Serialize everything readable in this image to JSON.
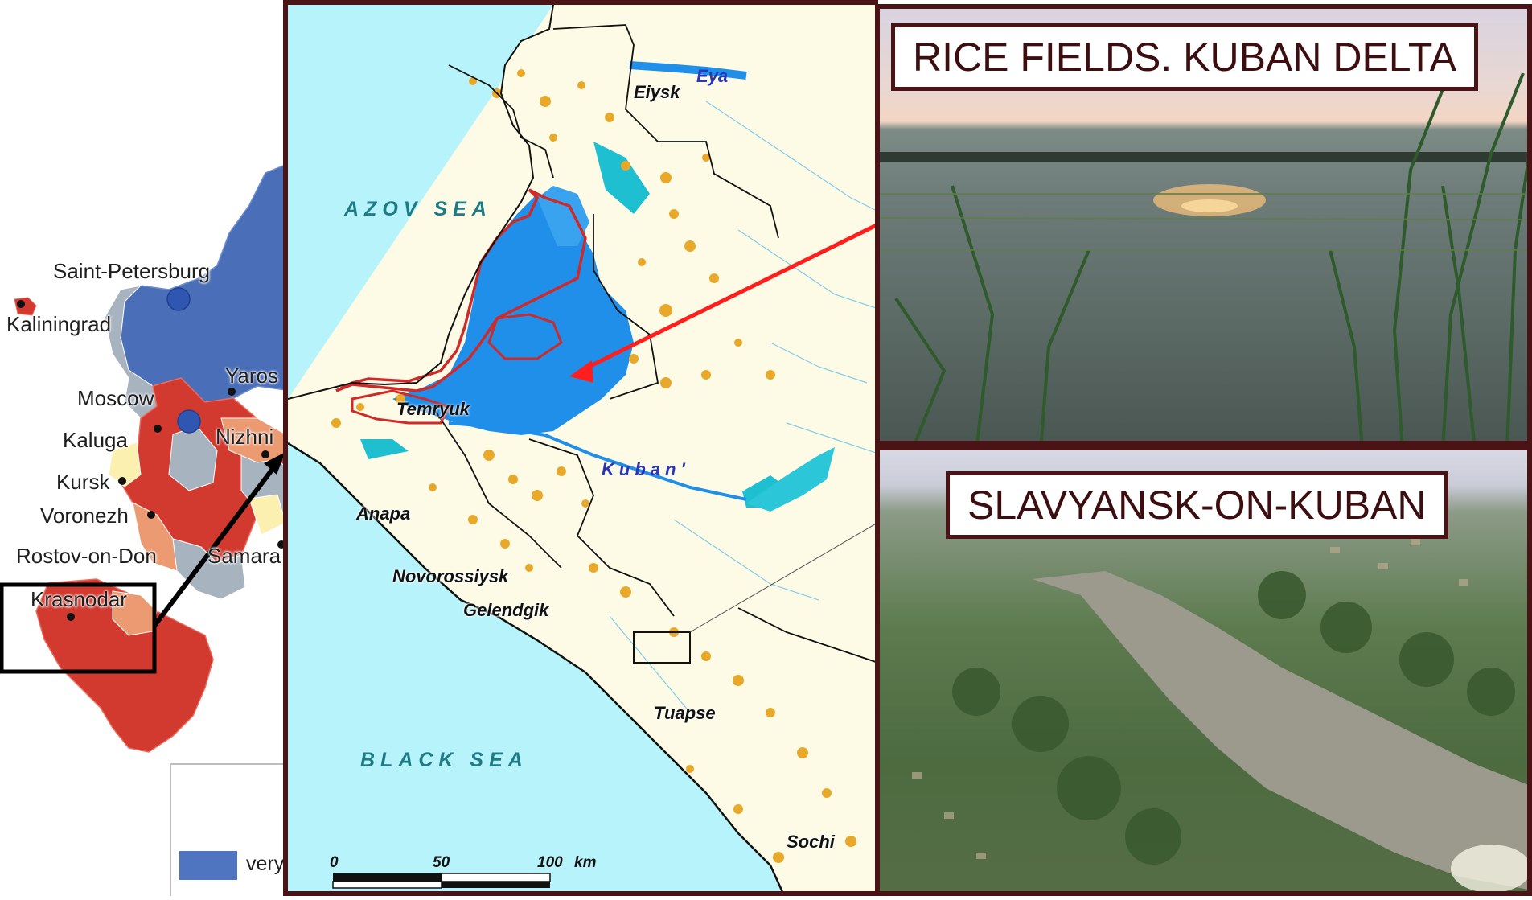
{
  "overview_map": {
    "cities": [
      {
        "id": "saint-petersburg",
        "name": "Saint-Petersburg"
      },
      {
        "id": "kaliningrad",
        "name": "Kaliningrad"
      },
      {
        "id": "yaroslavl",
        "name": "Yaros"
      },
      {
        "id": "moscow",
        "name": "Moscow"
      },
      {
        "id": "nizhny",
        "name": "Nizhni"
      },
      {
        "id": "kaluga",
        "name": "Kaluga"
      },
      {
        "id": "kursk",
        "name": "Kursk"
      },
      {
        "id": "voronezh",
        "name": "Voronezh"
      },
      {
        "id": "rostov",
        "name": "Rostov-on-Don"
      },
      {
        "id": "samara",
        "name": "Samara"
      },
      {
        "id": "krasnodar",
        "name": "Krasnodar"
      }
    ],
    "legend": {
      "first_item_label": "very",
      "first_item_color": "#4f75c1"
    },
    "colors": {
      "blue_region": "#4a6fb8",
      "gray_region": "#a8b3c0",
      "red_region": "#d33a2f",
      "salmon_region": "#ec9a72",
      "yellow_region": "#fbf0b0"
    }
  },
  "detail_map": {
    "seas": [
      "AZOV SEA",
      "BLACK SEA"
    ],
    "rivers": [
      "Eya",
      "Kuban'"
    ],
    "towns": [
      "Eiysk",
      "Temryuk",
      "Anapa",
      "Novorossiysk",
      "Gelendgik",
      "Tuapse",
      "Sochi"
    ],
    "scale_bar": {
      "ticks": [
        "0",
        "50",
        "100"
      ],
      "unit": "km"
    },
    "colors": {
      "sea": "#b6f3fa",
      "land": "#fdfbe6",
      "wetland": "#1f8fea",
      "rice": "#e8a92a",
      "boundary": "#cf2a2a",
      "border_frame": "#4a1416"
    }
  },
  "photos": [
    {
      "id": "rice-fields",
      "title": "RICE FIELDS. KUBAN DELTA"
    },
    {
      "id": "slavyansk",
      "title": "SLAVYANSK-ON-KUBAN"
    }
  ]
}
